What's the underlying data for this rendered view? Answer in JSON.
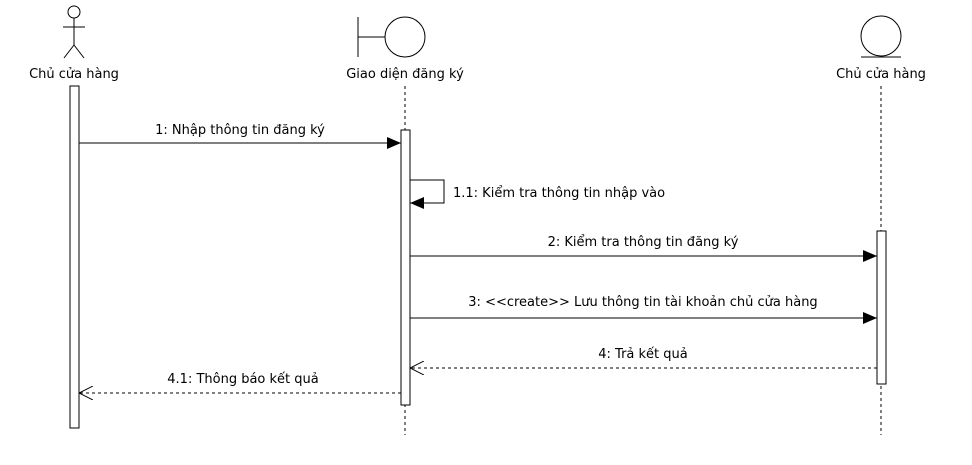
{
  "participants": [
    {
      "name": "Chủ cửa hàng",
      "kind": "actor"
    },
    {
      "name": "Giao diện đăng ký",
      "kind": "boundary"
    },
    {
      "name": "Chủ cửa hàng",
      "kind": "entity"
    }
  ],
  "messages": [
    {
      "label": "1: Nhập thông tin đăng ký",
      "from": 0,
      "to": 1,
      "style": "sync"
    },
    {
      "label": "1.1: Kiểm tra thông tin nhập vào",
      "from": 1,
      "to": 1,
      "style": "self"
    },
    {
      "label": "2: Kiểm tra thông tin đăng ký",
      "from": 1,
      "to": 2,
      "style": "sync"
    },
    {
      "label": "3: <<create>> Lưu thông tin tài khoản chủ cửa hàng",
      "from": 1,
      "to": 2,
      "style": "sync"
    },
    {
      "label": "4: Trả kết quả",
      "from": 2,
      "to": 1,
      "style": "return"
    },
    {
      "label": "4.1: Thông báo kết quả",
      "from": 1,
      "to": 0,
      "style": "return"
    }
  ],
  "colors": {
    "line": "#000000",
    "background": "#ffffff"
  }
}
